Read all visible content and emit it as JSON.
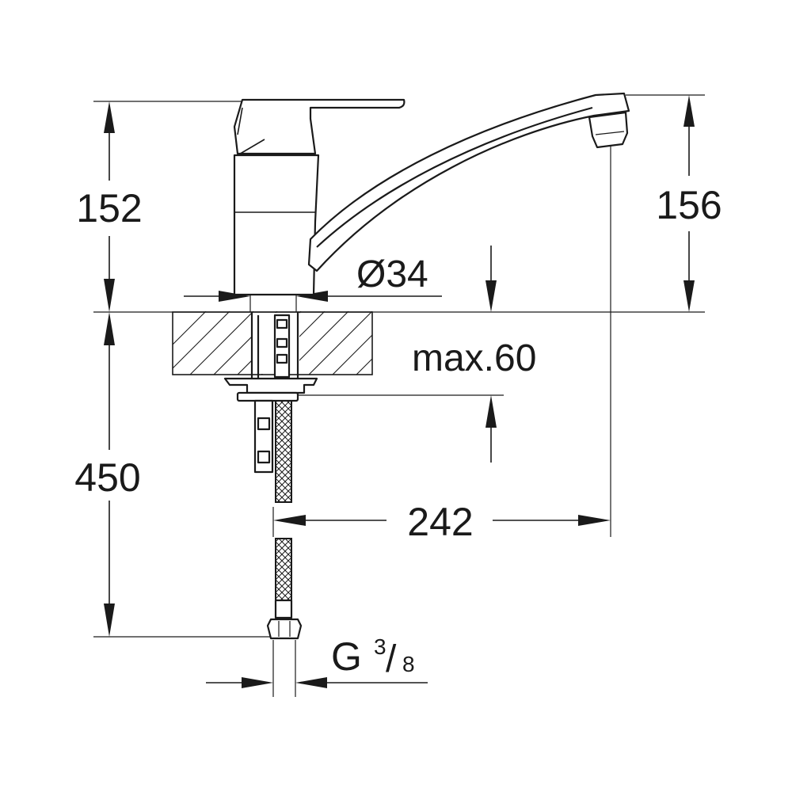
{
  "dimensions": {
    "top_height_left": "152",
    "top_height_right": "156",
    "base_diameter": "Ø34",
    "max_thickness": "max.60",
    "hose_length": "450",
    "spout_reach": "242",
    "thread_prefix": "G",
    "thread_numerator": "3",
    "thread_slash": "/",
    "thread_denominator": "8"
  },
  "colors": {
    "line": "#1a1a1a",
    "background": "#ffffff"
  }
}
